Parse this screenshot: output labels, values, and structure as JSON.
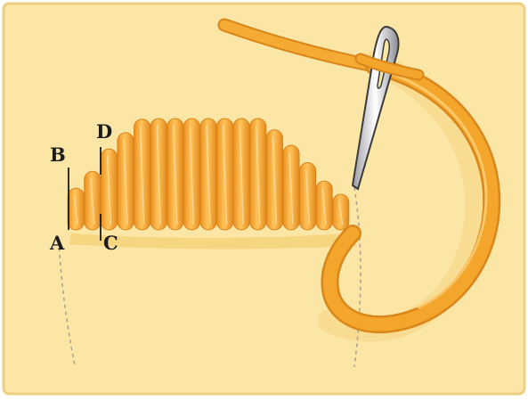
{
  "diagram": {
    "labels": {
      "a": "A",
      "b": "B",
      "c": "C",
      "d": "D"
    },
    "colors": {
      "fabric": "#fbe6a6",
      "fabric_edge": "#e9c66c",
      "shadow": "#f3d27a",
      "thread": "#f2a52a",
      "thread_dark": "#d9861a",
      "thread_light": "#ffd477",
      "needle": "#e6e6ea",
      "needle_outline": "#3a3a3a"
    }
  }
}
